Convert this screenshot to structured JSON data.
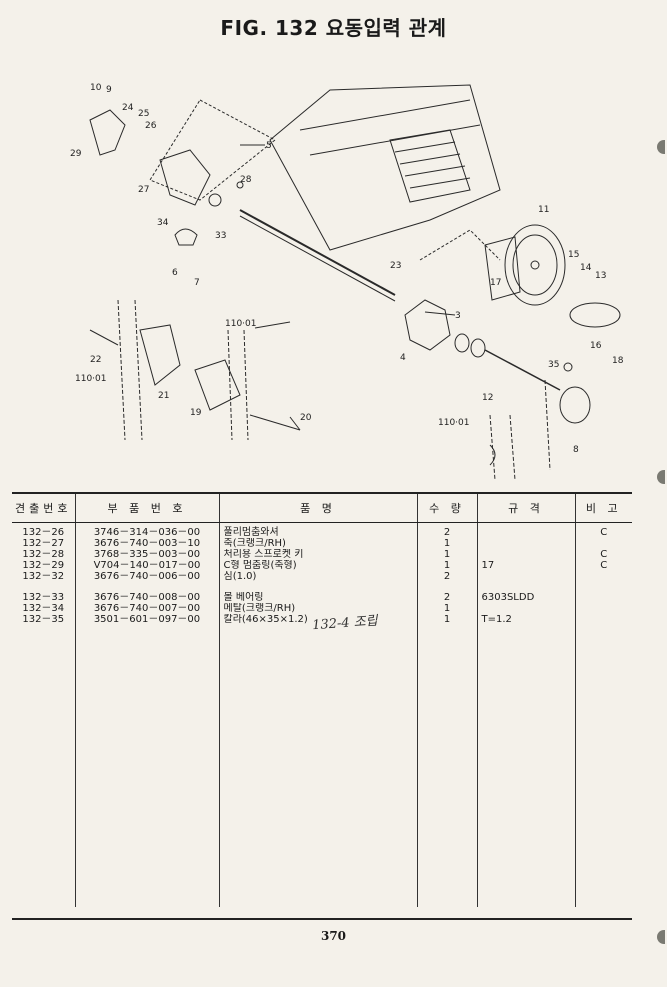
{
  "title": "FIG. 132 요동입력 관계",
  "diagram": {
    "callouts": [
      "10",
      "9",
      "24",
      "25",
      "26",
      "29",
      "27",
      "34",
      "33",
      "6",
      "7",
      "28",
      "5",
      "22",
      "110·01",
      "21",
      "19",
      "20",
      "23",
      "11",
      "15",
      "14",
      "13",
      "16",
      "17",
      "12",
      "8",
      "18",
      "4",
      "3",
      "35",
      "110·01"
    ]
  },
  "table": {
    "headers": [
      "견출번호",
      "부 품 번 호",
      "품          명",
      "수 량",
      "규    격",
      "비 고"
    ],
    "rows": [
      {
        "ref": "132－26",
        "part": "3746－314－036－00",
        "name": "풀리멈춤와셔",
        "qty": "2",
        "spec": "",
        "note": "C"
      },
      {
        "ref": "132－27",
        "part": "3676－740－003－10",
        "name": "축(크랭크/RH)",
        "qty": "1",
        "spec": "",
        "note": ""
      },
      {
        "ref": "132－28",
        "part": "3768－335－003－00",
        "name": "처리용 스프로켓 키",
        "qty": "1",
        "spec": "",
        "note": "C"
      },
      {
        "ref": "132－29",
        "part": "V704－140－017－00",
        "name": "C형 멈춤링(축형)",
        "qty": "1",
        "spec": "17",
        "note": "C"
      },
      {
        "ref": "132－32",
        "part": "3676－740－006－00",
        "name": "심(1.0)",
        "qty": "2",
        "spec": "",
        "note": ""
      },
      {
        "ref": "132－33",
        "part": "3676－740－008－00",
        "name": "볼 베어링",
        "qty": "2",
        "spec": "6303SLDD",
        "note": ""
      },
      {
        "ref": "132－34",
        "part": "3676－740－007－00",
        "name": "메탈(크랭크/RH)",
        "qty": "1",
        "spec": "",
        "note": ""
      },
      {
        "ref": "132－35",
        "part": "3501－601－097－00",
        "name": "칼라(46×35×1.2)",
        "qty": "1",
        "spec": "T=1.2",
        "note": ""
      }
    ],
    "handwritten_note": "132-4 조립"
  },
  "page_number": "370"
}
